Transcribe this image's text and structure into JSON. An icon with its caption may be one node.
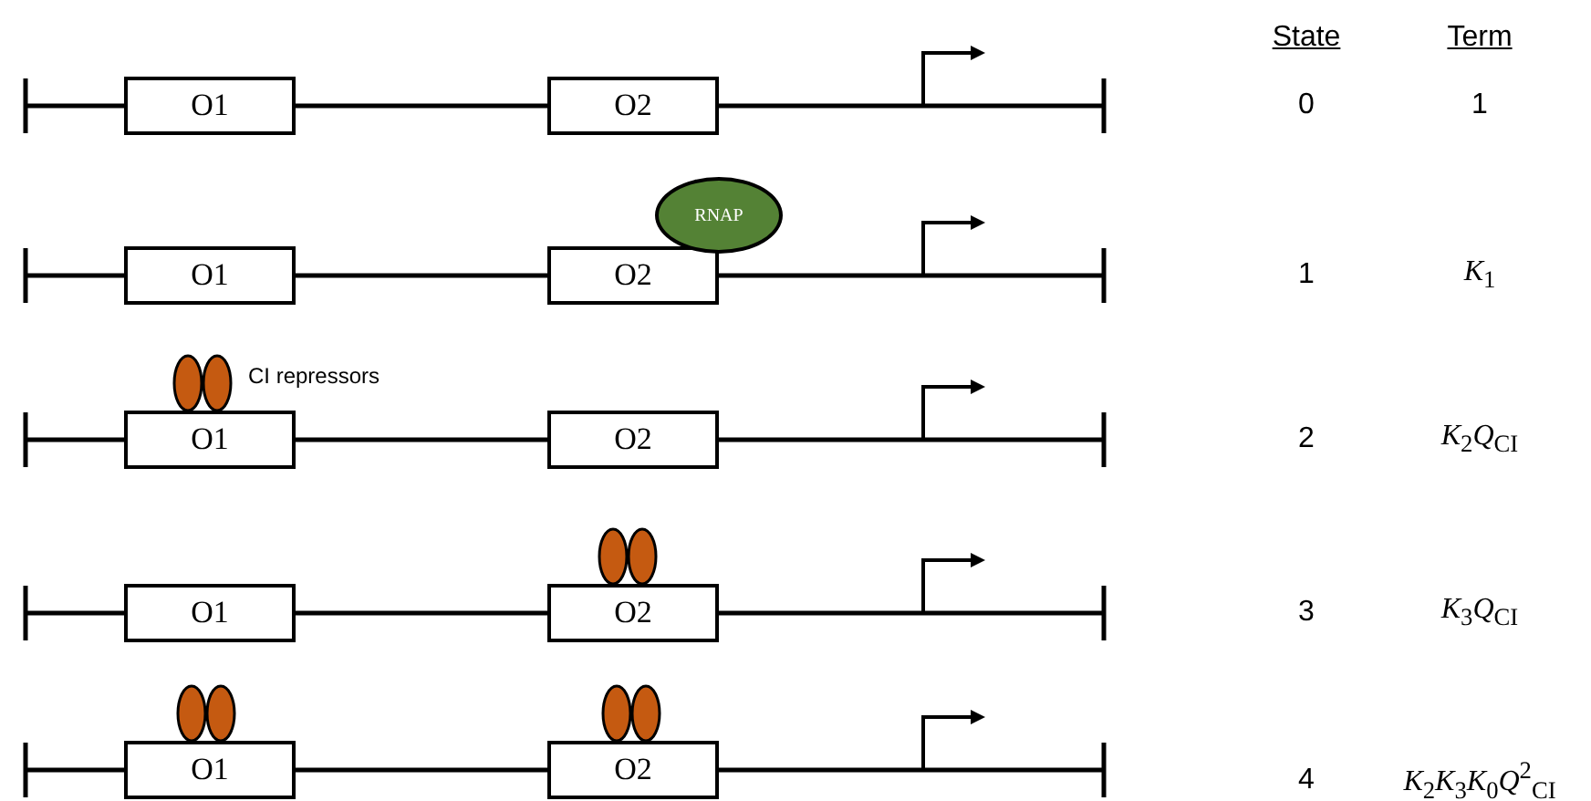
{
  "diagram": {
    "nodes": [
      {
        "text": [
          "O1"
        ]
      },
      {
        "text": [
          "O2"
        ]
      },
      {
        "text": [
          "O1"
        ]
      },
      {
        "text": [
          "O2"
        ]
      },
      {
        "text": [
          "RNAP"
        ]
      },
      {
        "text": [
          "O1"
        ]
      },
      {
        "text": [
          "O2"
        ]
      },
      {
        "text": [
          "O1"
        ]
      },
      {
        "text": [
          "O2"
        ]
      },
      {
        "text": [
          "O1"
        ]
      },
      {
        "text": [
          "O2"
        ]
      }
    ],
    "edges": [
      {
        "from": 0,
        "to": 1,
        "arrow": "none"
      },
      {
        "from": 2,
        "to": 3,
        "arrow": "none"
      },
      {
        "from": 5,
        "to": 6,
        "arrow": "none"
      },
      {
        "from": 7,
        "to": 8,
        "arrow": "none"
      },
      {
        "from": 9,
        "to": 10,
        "arrow": "none"
      }
    ],
    "labels": [
      "State",
      "Term",
      "0",
      "1",
      "1",
      "*K*$_{1}$",
      "CI repressors",
      "2",
      "*K*$_{2}$*Q*$_{CI}$",
      "3",
      "*K*$_{3}$*Q*$_{CI}$",
      "4",
      "*K*$_{2}$*K*$_{3}$*K*$_{0}$*Q*$^{2}$$_{CI}$"
    ]
  }
}
